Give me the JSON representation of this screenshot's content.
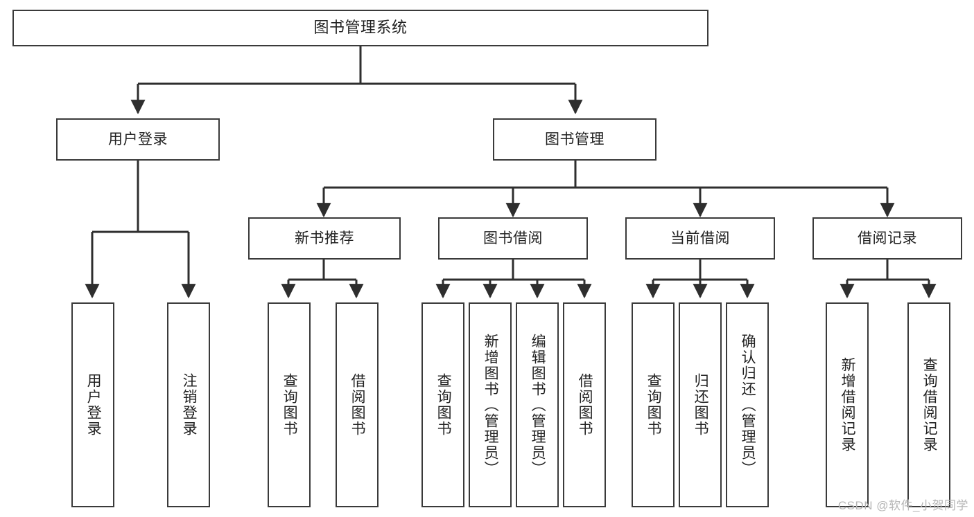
{
  "diagram": {
    "type": "tree",
    "title": "图书管理系统",
    "colors": {
      "background": "#ffffff",
      "box_border": "#3a3a3a",
      "connector": "#2e2e2e",
      "text": "#222222",
      "watermark": "#b6b6b6"
    },
    "root": {
      "label": "图书管理系统"
    },
    "level2": [
      {
        "label": "用户登录"
      },
      {
        "label": "图书管理"
      }
    ],
    "level3": [
      {
        "label": "新书推荐"
      },
      {
        "label": "图书借阅"
      },
      {
        "label": "当前借阅"
      },
      {
        "label": "借阅记录"
      }
    ],
    "leaves": {
      "user_login": [
        {
          "label": "用户登录"
        },
        {
          "label": "注销登录"
        }
      ],
      "new_book_recommend": [
        {
          "label": "查询图书"
        },
        {
          "label": "借阅图书"
        }
      ],
      "book_borrow": [
        {
          "label": "查询图书"
        },
        {
          "label": "新增图书（管理员）"
        },
        {
          "label": "编辑图书（管理员）"
        },
        {
          "label": "借阅图书"
        }
      ],
      "current_borrow": [
        {
          "label": "查询图书"
        },
        {
          "label": "归还图书"
        },
        {
          "label": "确认归还（管理员）"
        }
      ],
      "borrow_record": [
        {
          "label": "新增借阅记录"
        },
        {
          "label": "查询借阅记录"
        }
      ]
    }
  },
  "watermark": {
    "text": "CSDN @软件_小贺同学"
  }
}
